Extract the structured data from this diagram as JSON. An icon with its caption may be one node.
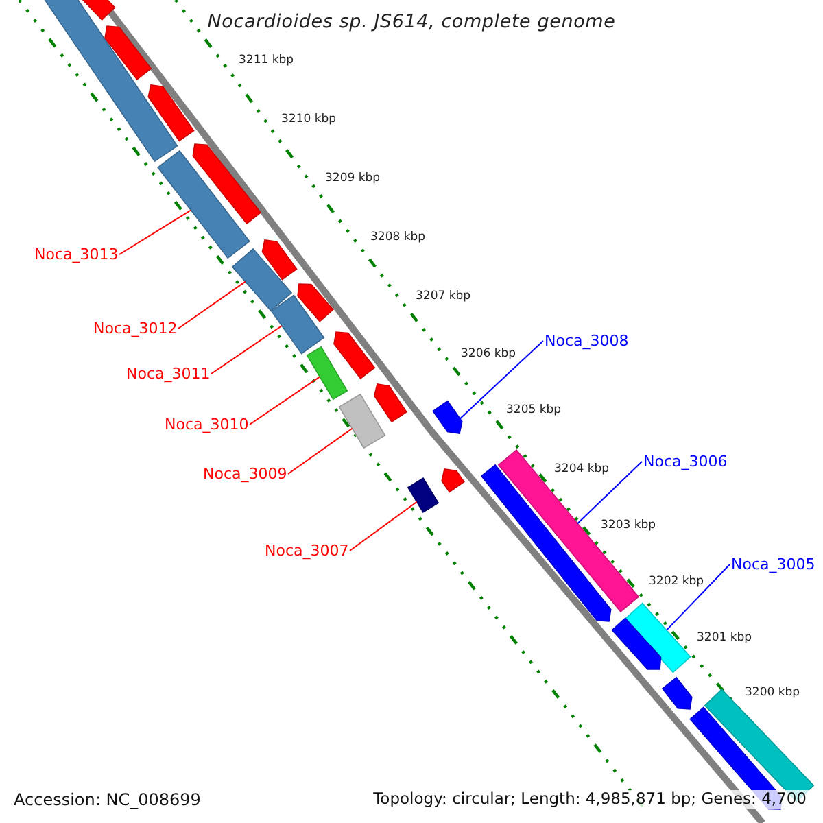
{
  "diagram": {
    "title": "Nocardioides sp. JS614, complete genome",
    "nodes": [
      {
        "text": [
          "Noca_3013"
        ]
      },
      {
        "text": [
          "Noca_3012"
        ]
      },
      {
        "text": [
          "Noca_3011"
        ]
      },
      {
        "text": [
          "Noca_3010"
        ]
      },
      {
        "text": [
          "Noca_3009"
        ]
      },
      {
        "text": [
          "Noca_3007"
        ]
      },
      {
        "text": [
          "Noca_3008"
        ]
      },
      {
        "text": [
          "Noca_3006"
        ]
      },
      {
        "text": [
          "Noca_3005"
        ]
      },
      {
        "text": [],
        "shape": "bar"
      },
      {
        "text": [],
        "shape": "bar"
      },
      {
        "text": [],
        "shape": "bar"
      },
      {
        "text": [],
        "shape": "bar"
      },
      {
        "text": [],
        "shape": "bar"
      },
      {
        "text": [],
        "shape": "bar"
      },
      {
        "text": [],
        "shape": "bar"
      },
      {
        "text": [],
        "shape": "bar"
      },
      {
        "text": [],
        "shape": "bar"
      },
      {
        "text": [],
        "shape": "bar"
      },
      {
        "text": [],
        "shape": "bar"
      },
      {
        "text": [],
        "shape": "bar"
      },
      {
        "text": [],
        "shape": "bar"
      },
      {
        "text": [],
        "shape": "bar"
      },
      {
        "text": [],
        "shape": "bar"
      },
      {
        "text": [],
        "shape": "bar"
      },
      {
        "text": [],
        "shape": "bar"
      },
      {
        "text": [],
        "shape": "bar"
      },
      {
        "text": [],
        "shape": "bar"
      },
      {
        "text": [],
        "shape": "bar"
      },
      {
        "text": [],
        "shape": "bar"
      },
      {
        "text": [],
        "shape": "bar"
      },
      {
        "text": [],
        "shape": "bar"
      },
      {
        "text": [],
        "shape": "bar"
      }
    ],
    "edges": [
      {
        "from": 0,
        "to": 14,
        "arrow": "none"
      },
      {
        "from": 1,
        "to": 16,
        "arrow": "none"
      },
      {
        "from": 2,
        "to": 18,
        "arrow": "none"
      },
      {
        "from": 3,
        "to": 20,
        "arrow": "none"
      },
      {
        "from": 4,
        "to": 22,
        "arrow": "none"
      },
      {
        "from": 5,
        "to": 25,
        "arrow": "none"
      },
      {
        "from": 6,
        "to": 23,
        "arrow": "none",
        "color": "#0000ff"
      },
      {
        "from": 7,
        "to": 27,
        "arrow": "none",
        "color": "#0000ff"
      },
      {
        "from": 8,
        "to": 28,
        "arrow": "none",
        "color": "#0000ff"
      }
    ],
    "labels": [
      "3211 kbp",
      "3210 kbp",
      "3209 kbp",
      "3208 kbp",
      "3207 kbp",
      "3206 kbp",
      "3205 kbp",
      "3204 kbp",
      "3203 kbp",
      "3202 kbp",
      "3201 kbp",
      "3200 kbp",
      "Accession: NC_008699",
      "Topology: circular; Length: 4,985,871 bp; Genes: 4,700"
    ]
  }
}
